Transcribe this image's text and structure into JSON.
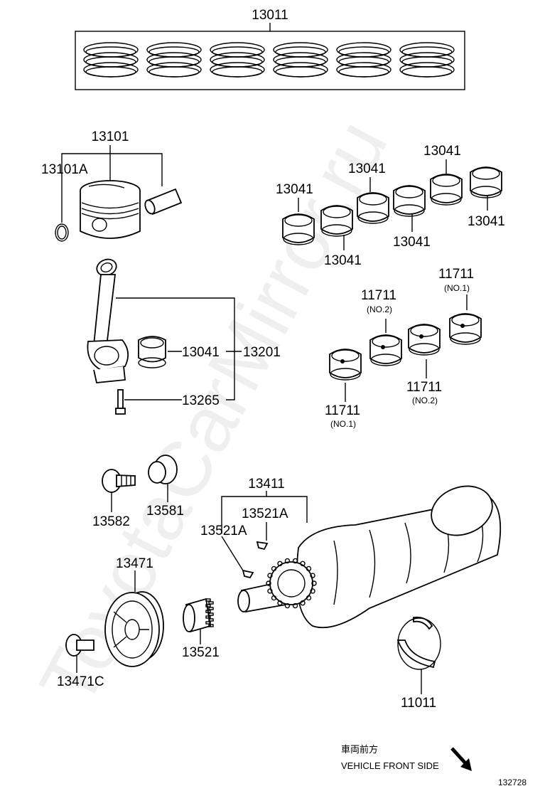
{
  "watermark": "ToyotaCarMirror.ru",
  "labels": {
    "p13011": "13011",
    "p13101": "13101",
    "p13101a": "13101A",
    "p13041_a": "13041",
    "p13041_b": "13041",
    "p13041_c": "13041",
    "p13041_d": "13041",
    "p13041_e": "13041",
    "p13041_f": "13041",
    "p13041_rod": "13041",
    "p13201": "13201",
    "p13265": "13265",
    "p11711_a": "11711",
    "p11711_a_sub": "(NO.1)",
    "p11711_b": "11711",
    "p11711_b_sub": "(NO.2)",
    "p11711_c": "11711",
    "p11711_c_sub": "(NO.2)",
    "p11711_d": "11711",
    "p11711_d_sub": "(NO.1)",
    "p13582": "13582",
    "p13581": "13581",
    "p13411": "13411",
    "p13521a_r": "13521A",
    "p13521a_l": "13521A",
    "p13471": "13471",
    "p13471c": "13471C",
    "p13521": "13521",
    "p11011": "11011"
  },
  "direction": {
    "jp": "車両前方",
    "en": "VEHICLE FRONT SIDE"
  },
  "figure_id": "132728"
}
